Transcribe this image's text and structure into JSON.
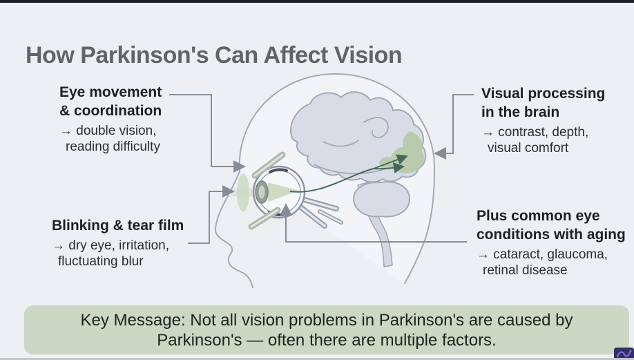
{
  "slide": {
    "title": "How Parkinson's Can Affect Vision",
    "key_message": {
      "line1": "Key Message: Not all vision problems in Parkinson's are caused by",
      "line2": "Parkinson's — often there are multiple factors."
    }
  },
  "callouts": [
    {
      "id": "eye-movement",
      "heading_lines": [
        "Eye movement",
        "& coordination"
      ],
      "detail_lines": [
        "→ double vision,",
        "reading difficulty"
      ]
    },
    {
      "id": "visual-processing",
      "heading_lines": [
        "Visual processing",
        "in the brain"
      ],
      "detail_lines": [
        "→ contrast, depth,",
        "visual comfort"
      ]
    },
    {
      "id": "blinking-tear-film",
      "heading_lines": [
        "Blinking & tear film"
      ],
      "detail_lines": [
        "→ dry eye, irritation,",
        "fluctuating blur"
      ]
    },
    {
      "id": "aging-conditions",
      "heading_lines": [
        "Plus common eye",
        "conditions with aging"
      ],
      "detail_lines": [
        "→ cataract, glaucoma,",
        "retinal disease"
      ]
    }
  ],
  "diagram": {
    "description": "Side profile of a human head showing the eye, optic pathway and visual cortex highlighted in green"
  },
  "colors": {
    "background": "#edeff3",
    "title_text": "#5f646c",
    "heading_text": "#1d2023",
    "detail_text": "#2b2e31",
    "key_box_bg": "#cbd8c4",
    "key_box_text": "#1c241c",
    "diagram_gray": "#a2a9b6",
    "connector_gray": "#868d96",
    "highlight_green": "#b4c7a5",
    "pathway_green": "#46685a",
    "watermark_navy": "#2d3163",
    "watermark_purple": "#8763e0"
  }
}
